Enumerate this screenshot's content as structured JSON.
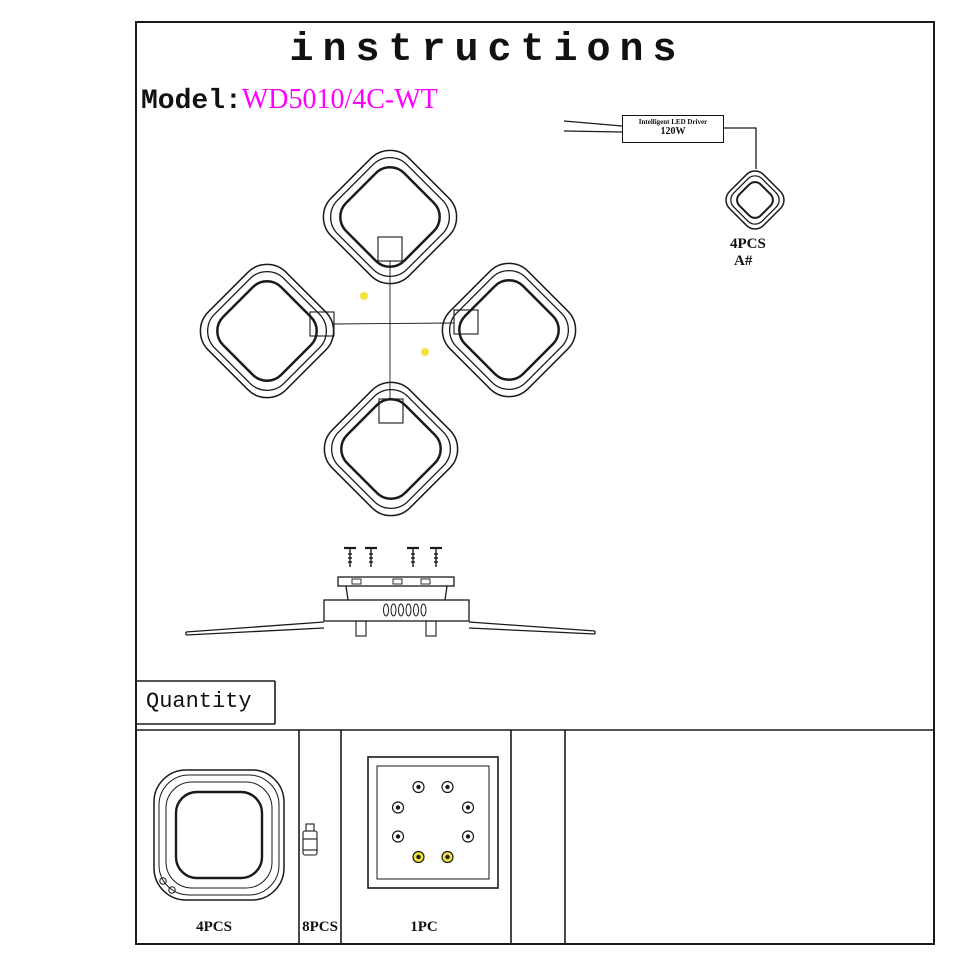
{
  "header": {
    "title": "instructions",
    "model_label": "Model:",
    "model_value": "WD5010/4C-WT"
  },
  "driver": {
    "name": "Intelligent LED Driver",
    "power": "120W",
    "ring_qty": "4PCS",
    "ring_code": "A#"
  },
  "quantity_table": {
    "label": "Quantity",
    "items": [
      {
        "part": "light-ring",
        "qty": "4PCS"
      },
      {
        "part": "expansion-screw",
        "qty": "8PCS"
      },
      {
        "part": "mounting-plate",
        "qty": "1PC"
      }
    ]
  },
  "colors": {
    "model_text": "#ff00ff",
    "line": "#1a1a1a",
    "highlight_dot": "#f2e33c"
  }
}
